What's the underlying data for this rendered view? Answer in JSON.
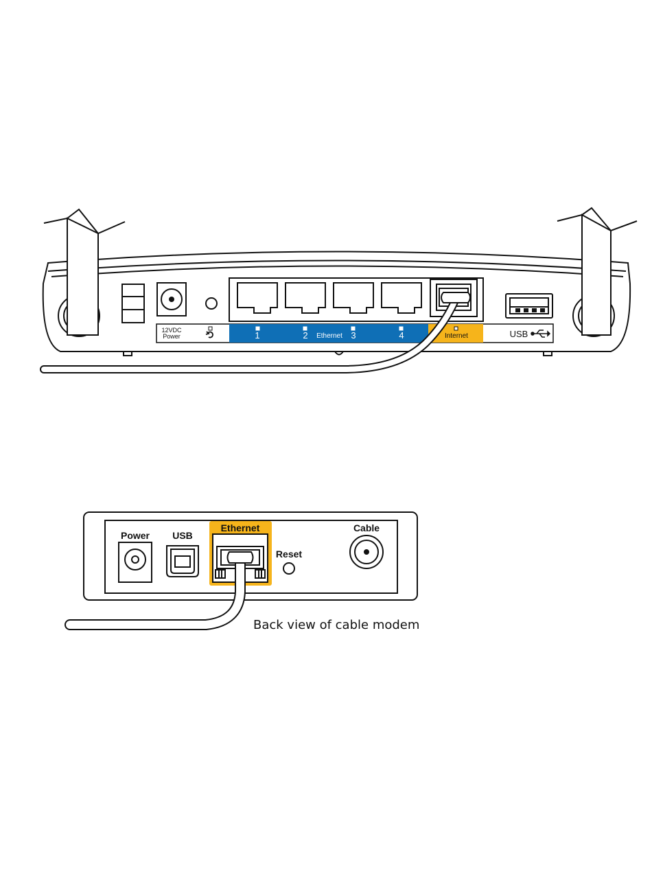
{
  "colors": {
    "ethernet_blue": "#0f6fb6",
    "internet_yellow": "#f6b41b",
    "outline": "#111111"
  },
  "router": {
    "power_label_top": "12VDC",
    "power_label_bottom": "Power",
    "reset_icon": "refresh-icon",
    "ethernet_ports": [
      "1",
      "2",
      "3",
      "4"
    ],
    "ethernet_label": "Ethernet",
    "internet_label": "Internet",
    "usb_label": "USB",
    "usb_icon": "usb-icon"
  },
  "modem": {
    "power_label": "Power",
    "usb_label": "USB",
    "ethernet_label": "Ethernet",
    "reset_label": "Reset",
    "cable_label": "Cable",
    "caption": "Back view of cable modem"
  }
}
